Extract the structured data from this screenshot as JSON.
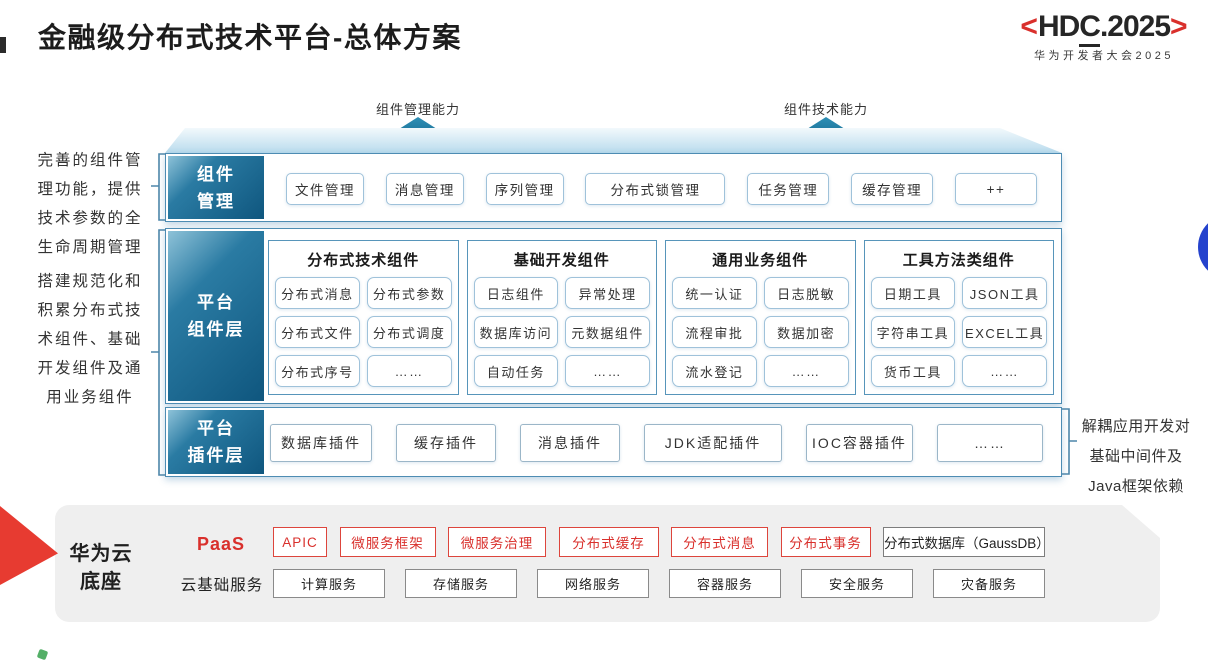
{
  "slide": {
    "title": "金融级分布式技术平台-总体方案",
    "logo": {
      "bracket_left": "<",
      "part_hd": "HD",
      "part_c": "C",
      "part_rest": ".2025",
      "bracket_right": ">",
      "subtitle": "华为开发者大会2025"
    },
    "arrow_labels": {
      "left": "组件管理能力",
      "right": "组件技术能力"
    },
    "notes": {
      "note1": "完善的组件管\n理功能，提供\n技术参数的全\n生命周期管理",
      "note2": "搭建规范化和\n积累分布式技\n术组件、基础\n开发组件及通\n用业务组件",
      "right_note": "解耦应用开发对\n基础中间件及\nJava框架依赖"
    }
  },
  "rows": {
    "mgmt": {
      "label": "组件\n管理",
      "items": [
        "文件管理",
        "消息管理",
        "序列管理",
        "分布式锁管理",
        "任务管理",
        "缓存管理",
        "++"
      ]
    },
    "components": {
      "label": "平台\n组件层",
      "groups": [
        {
          "title": "分布式技术组件",
          "items": [
            "分布式消息",
            "分布式参数",
            "分布式文件",
            "分布式调度",
            "分布式序号",
            "……"
          ]
        },
        {
          "title": "基础开发组件",
          "items": [
            "日志组件",
            "异常处理",
            "数据库访问",
            "元数据组件",
            "自动任务",
            "……"
          ]
        },
        {
          "title": "通用业务组件",
          "items": [
            "统一认证",
            "日志脱敏",
            "流程审批",
            "数据加密",
            "流水登记",
            "……"
          ]
        },
        {
          "title": "工具方法类组件",
          "items": [
            "日期工具",
            "JSON工具",
            "字符串工具",
            "EXCEL工具",
            "货币工具",
            "……"
          ]
        }
      ]
    },
    "plugins": {
      "label": "平台\n插件层",
      "items": [
        "数据库插件",
        "缓存插件",
        "消息插件",
        "JDK适配插件",
        "IOC容器插件",
        "……"
      ]
    }
  },
  "foundation": {
    "label": "华为云\n底座",
    "paas": {
      "label": "PaaS",
      "items": [
        "APIC",
        "微服务框架",
        "微服务治理",
        "分布式缓存",
        "分布式消息",
        "分布式事务"
      ],
      "db_item": "分布式数据库（GaussDB）"
    },
    "base": {
      "label": "云基础服务",
      "items": [
        "计算服务",
        "存储服务",
        "网络服务",
        "容器服务",
        "安全服务",
        "灾备服务"
      ]
    }
  },
  "colors": {
    "brand_red": "#d9302c",
    "arrow_red": "#e73b31",
    "deep_blue": "#0f567e",
    "border_blue": "#4d8cb3",
    "chip_border_blue": "#9fc2da",
    "royal_blue": "#2543cd",
    "panel_gray": "#efefef"
  }
}
